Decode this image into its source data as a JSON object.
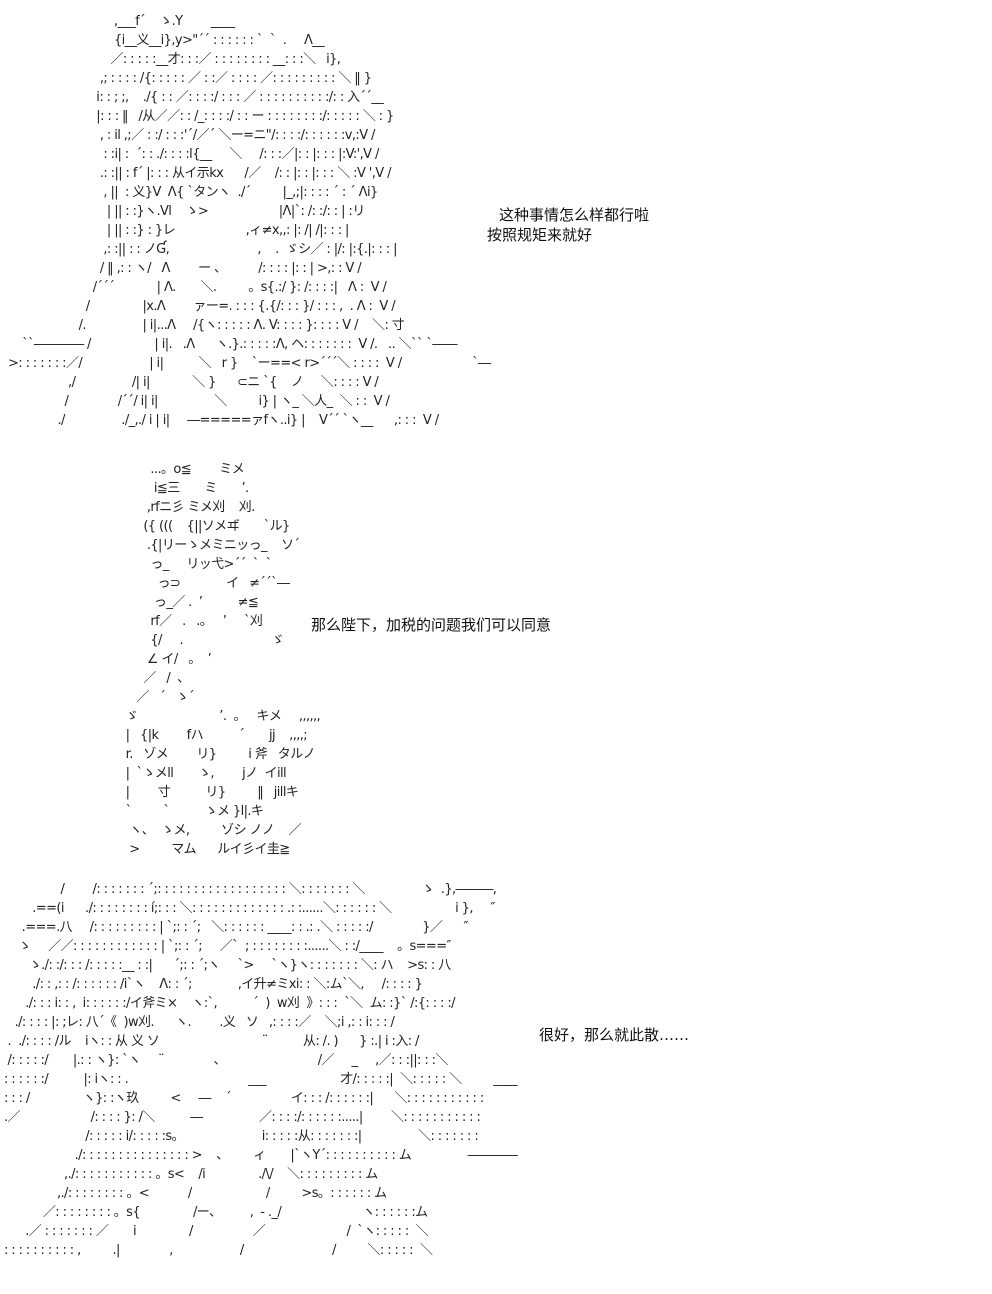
{
  "scenes": [
    {
      "art_lines": [
        "                              ,___f´    ゝ.Y        ____",
        "                              {i__义__i},y>\"´´ : : : : : : `  `  .     Λ__",
        "                             ／: : : : :__才: : :／ : : : : : : : : __: : :＼   i},",
        "                          ,; : : : : /{: : : : : ／ : :／ : : : : ／: : : : : : : : : ＼ ‖ }",
        "                         i: : ; ;,    ./{ : : ／: : : :/ : : : ／ : : : : : : : : : :/: : 入´´__",
        "                         |: : : ‖   /从／／: : /_: : : :/ : : ー : : : : : : : :/: : : : : ＼ : }",
        "                          , : il ,;／ : :/ : : :'´/／´ ＼ー=ニ\"/: : : :/: : : : : :v,:V /",
        "                           : :i| :  ´: : ./: : : :l{__     ＼     /: : :／|: : |: : : |:V:',V /",
        "                          .: :|| : f´ |: : : 从イ示kx      /／    /: : |: : |: : : ＼ :V ',V /",
        "                           , ||  : 义}V  Λ{ `タンヽ  ./´         |_,;|: : : : ´ : ´ Λi}",
        "                            | || : :}ヽ.Vl    ゝ>                    |Λ|`: /: :/: : | :リ",
        "                            | || : :} : }レ                    ,ィ≠x,,: |: /| /|: : : |",
        "                           ,: :|| : : ノƓ,                         ,    .  ゞシ／ : |/: |:{.|: : : |",
        "                          / ‖ ,: : ヽ/   Λ        ー 、         /: : : : |: : | >,: : V /",
        "                        /´´´            | Λ.       ＼.         。s{.:/ }: /: : : :|   Λ :  V /",
        "                      /               |x.Λ        ァー=. : : : {.{/: : : }/ : : : ,  . Λ :  V /",
        "                    /.                | i|...Λ     /{ヽ: : : : : Λ. V: : : : }: : : : V /    ＼: 寸",
        "    ``―――― /                  | i|.   .Λ      ヽ.}.: : : : :Λ, ヘ: : : : : : :  V /.   .. ＼`` `――",
        ">: : : : : : :／/                   | i|          ＼   r }    `ー==< r>´´´＼ : : : :  V /                    `―",
        "                 ,/                /| i|            ＼ }      ⊂ニ `{    ノ     ＼: : : : V /",
        "                /              /´´/ i| i|                ＼         i} | ヽ_ ＼人_  ＼ : :  V /",
        "              ./                ./_,./ i | i|     ―=====ァfヽ..i} |    V´´ `ヽ__      ,: : :  V /"
      ]
    },
    {
      "art_lines": [
        "            ...。o≦        ミメ",
        "             i≦三       ミ       ’.",
        "           ,rfニ彡 ミメ刈    刈.",
        "          ({ (((    {||ソメヸ       `ル}",
        "           .{|リーゝメミニッっ_    ソ´",
        "            っ_     リッ弋>´´  `  `",
        "              っ⊃             イ   ≠´´`―",
        "             っ_／ .  ’          ≠≦",
        "            rf／   .   .。   ’     `刈",
        "            {/     .                         ゞ",
        "           ∠ イ/   。  ’",
        "          ／   /  、",
        "        ／   ´   ゝ´",
        "     ゞ                       ’.  。   キメ     ,,,,,,",
        "     |   {|k        fハ          ´       jj    ,,,,;",
        "     r.   ゾメ        リ}         i 斧   タルノ",
        "     |  `ゝメll       ゝ,        jノ  イill",
        "     |        寸          リ}         ‖   jillキ",
        "     `         `          ゝメ }l|.キ",
        "      ヽ、  ゝメ,         ゾシ ノノ    ／",
        "      >         マム      ルイ彡イ圭≧"
      ]
    },
    {
      "art_lines": [
        "                /        /: : : : : : : ´;: : : : : : : : : : : : : : : : : : ＼: : : : : : : ＼                ゝ  .},―――,",
        "        .==(i      ./: : : : : : : : í;: : : ＼: : : : : : : : : : : : : .: :......＼: : : : : : ＼                  i },     ″",
        "     .===.八     /: : : : : : : : : | `;: : ´;   ＼: : : : : : ____: : .: .＼ : : : : :/              }／      ″",
        "    ゝ     ／／: : : : : : : : : : : : | `;: : ´;     ／`  ; : : : : : : : :......＼ : :/____    。s===″",
        "       ゝ./: :/: : : /: : : : :__ : :|      ´;: : ´;ヽ     `>     `ヽ}ヽ: : : : : : : ＼: ハ    >s: : 八",
        "        ./: : ,: : /: : : : : : /i`ヽ    Λ: : ´;             ,イ升≠ミxi: : ＼:ム`＼,     /: : : : }",
        "      ./: : : i: : ,  i: : : : : :/イ斧ミ×    ヽ:`,          ´  )  w刈  》: : :  `＼  ム: :}` /:{: : : :/",
        "   ./: : : : |: ;レ: 八´《  )w刈.      ヽ.        .义   ソ   ,: : : :／    ＼;i ,: : i: : : / ",
        " .  ./: : : : /ル    iヽ: : 从 义 ソ                             ¨          从: /. )      } :.| i :入: /",
        " /: : : : :/       |.: : ヽ}: `ヽ     ¨              、                          /／     _     ,／: : :||: : :＼",
        ": : : : : :/          |: iヽ: : .                                  ___                     才/: : : : :|  ＼: : : : : ＼         ____",
        ": : : /               ヽ}: :ヽ玖         <     ―    ´                 イ: : : /: : : : : :|      ＼: : : : : : : : : : :",
        ".／                    /: : : : }: /＼          ―                ／: : : :/: : : : : :.....|        ＼: : : : : : : : : : :",
        "                       /: : : : : i/: : : : :s。                      i: : : : :从: : : : : : :|                ＼: : : : : : :",
        "                    ./: : : : : : : : : : : : : : : >    、       ィ       |`ヽY´: : : : : : : : : : ム                ――――",
        "                 ,./: : : : : : : : : : : 。s<    /i               ./\\/    ＼: : : : : : : : : ム",
        "               ,./: : : : : : : : 。<           /                     /         >s。: : : : : : ム",
        "           ／: : : : : : : : 。s{               /ー、        ,  - ._/                       ヽ: : : : : :ム",
        "      .／ : : : : : : : ／       i               /                 ／                       /  `ヽ: : : : :  ＼",
        ": : : : : : : : : : ,         .|              ,                   /                         /         ＼: : : : :  ＼"
      ]
    }
  ],
  "dialogue": [
    {
      "text": "这种事情怎么样都行啦"
    },
    {
      "text": "按照规矩来就好"
    },
    {
      "text": "那么陛下，加税的问题我们可以同意"
    },
    {
      "text": "很好，那么就此散……"
    }
  ]
}
